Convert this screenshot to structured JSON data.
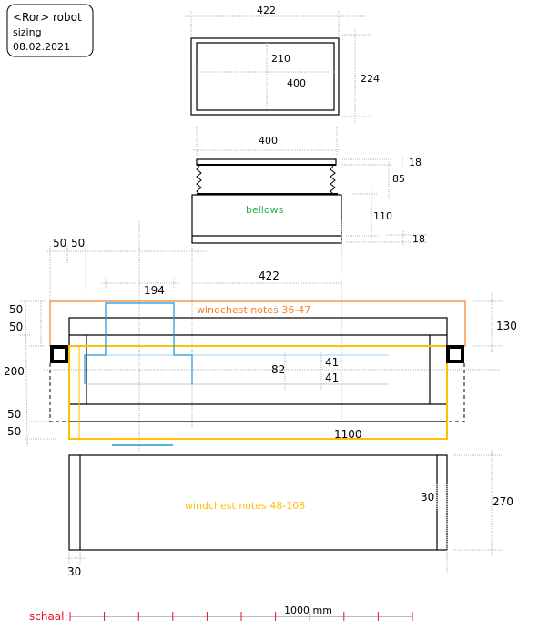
{
  "title_block": {
    "line1": "<Ror> robot",
    "line2": "sizing",
    "line3": "08.02.2021"
  },
  "top_box": {
    "width_label": "422",
    "height_label": "224",
    "inner_a": "210",
    "inner_b": "400"
  },
  "bellows": {
    "label": "bellows",
    "width_label": "400",
    "dims": [
      "18",
      "85",
      "110",
      "18"
    ]
  },
  "main": {
    "dims_top": [
      "50",
      "50"
    ],
    "dim_194": "194",
    "dim_422": "422",
    "dims_left": [
      "50",
      "50",
      "200",
      "50",
      "50"
    ],
    "dim_130": "130",
    "dim_82": "82",
    "dim_41a": "41",
    "dim_41b": "41",
    "dim_1100": "1100",
    "windchest_upper": "windchest notes 36-47",
    "windchest_lower": "windchest notes 48-108",
    "dim_30_right": "30",
    "dim_270": "270",
    "dim_30_bottom": "30"
  },
  "scale": {
    "label": "schaal:",
    "length_label": "1000 mm",
    "ticks": 11
  },
  "colors": {
    "orange": "#f07f2a",
    "yellow": "#ffc000",
    "blue": "#1a9ad6",
    "lightblue": "#9fd5ee",
    "green": "#22b14c",
    "red": "#e8101e"
  }
}
